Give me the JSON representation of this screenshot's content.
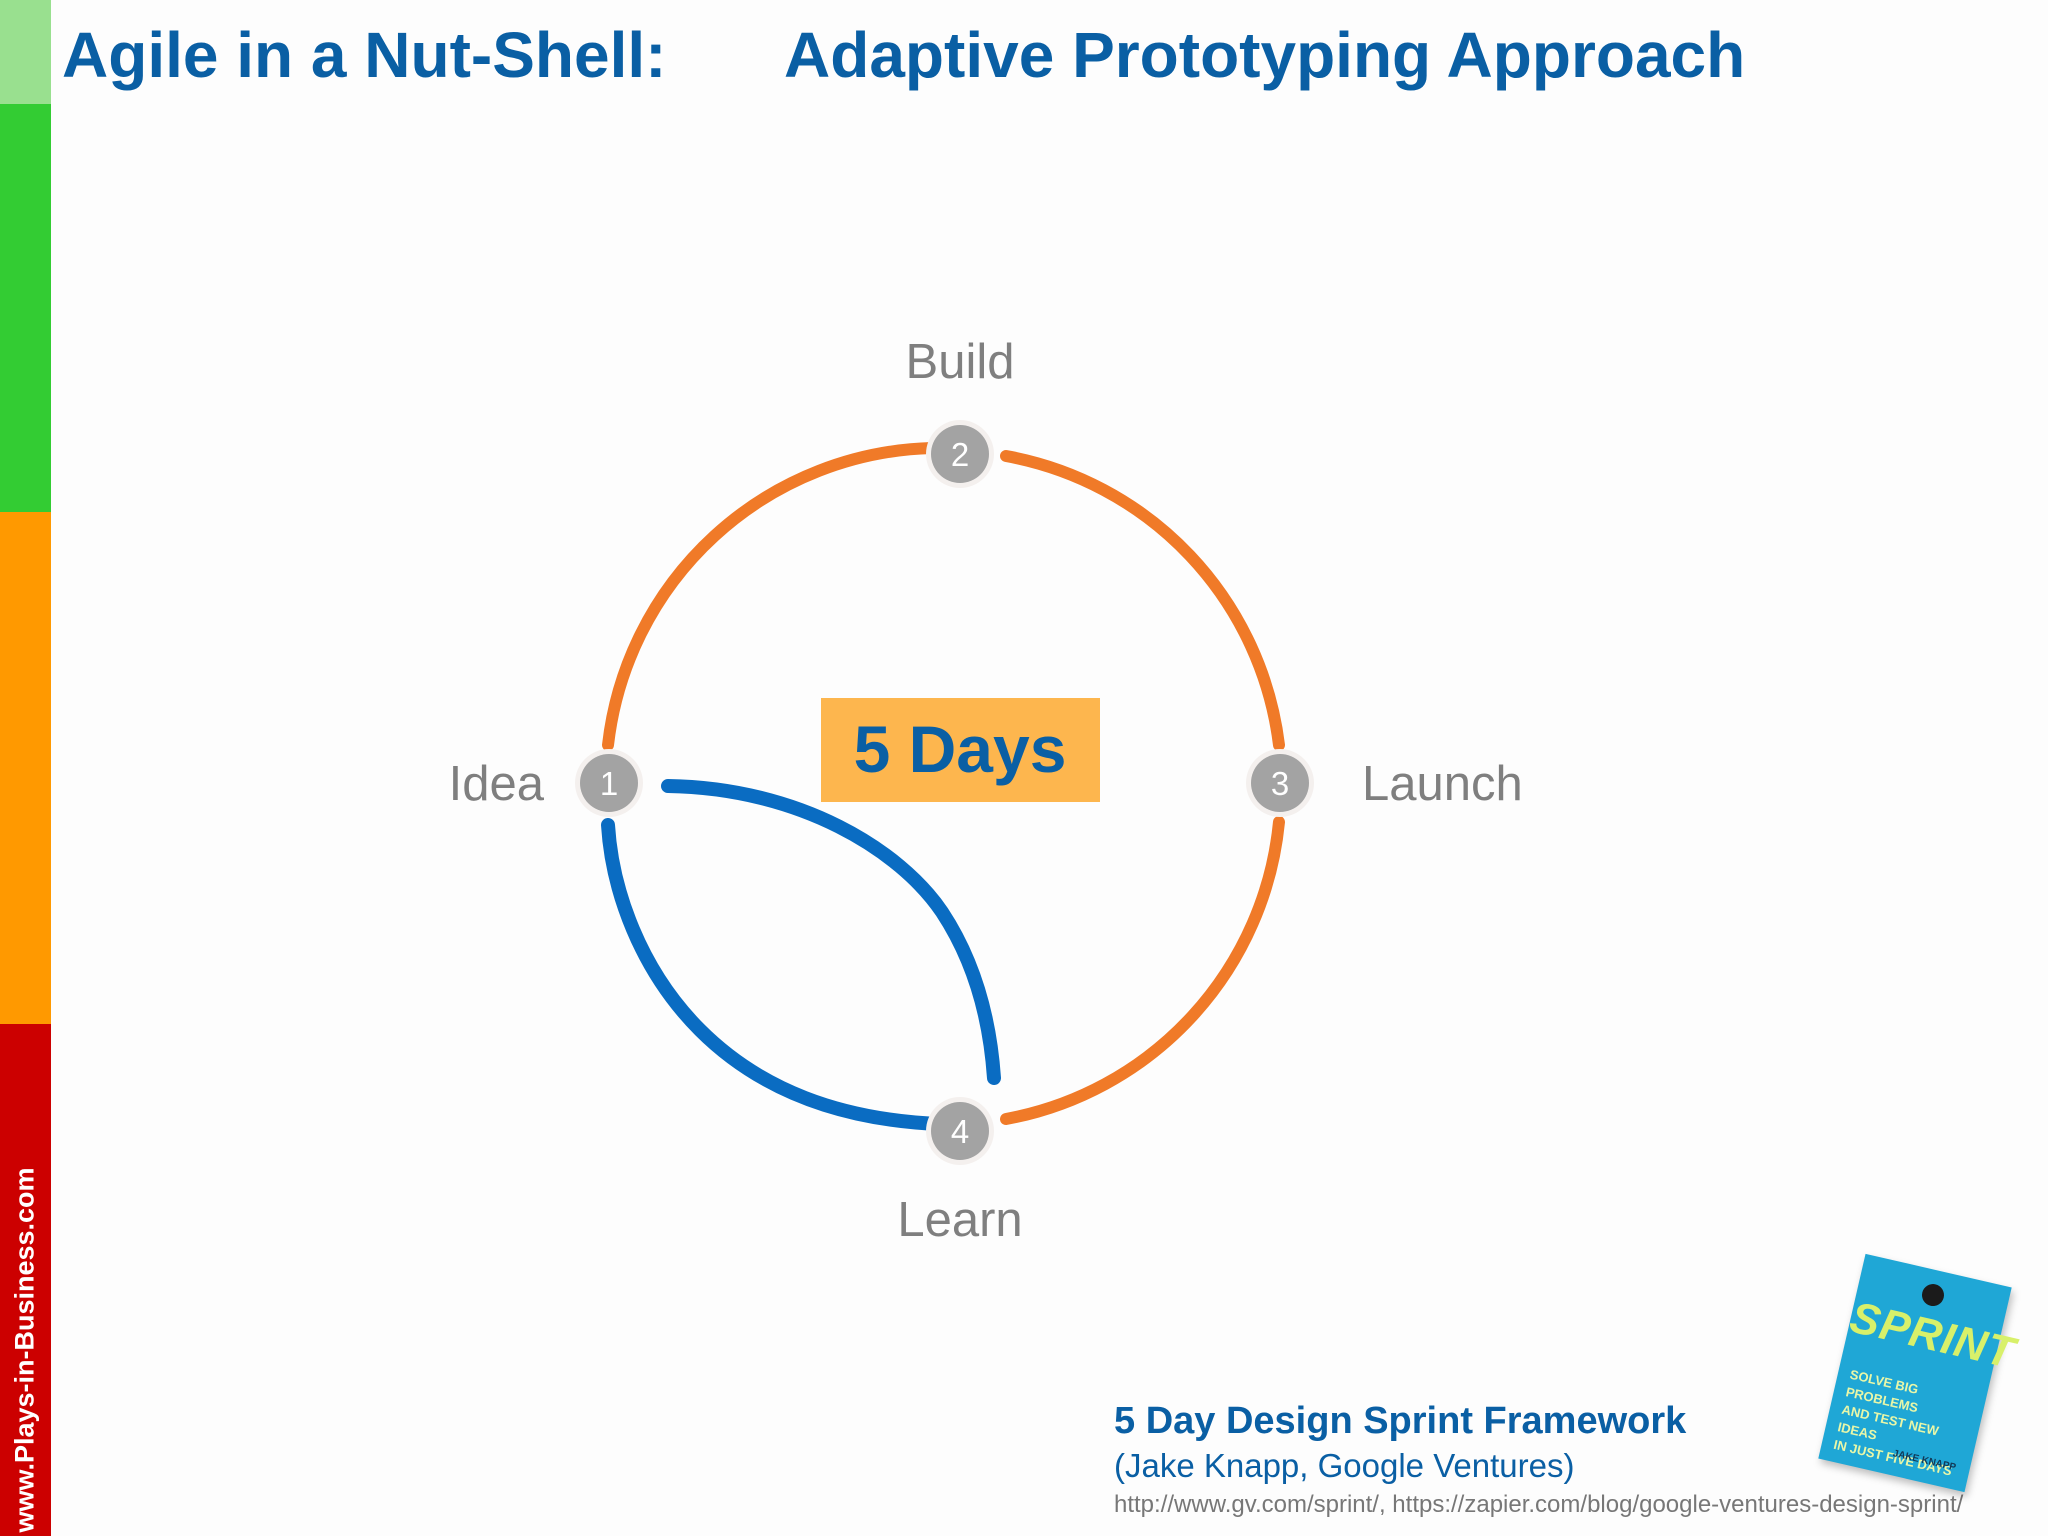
{
  "sidebar": {
    "website": "www.Plays-in-Business.com",
    "colors": [
      "#99e08f",
      "#33cc33",
      "#ff9900",
      "#cc0000"
    ]
  },
  "header": {
    "title_left": "Agile in a Nut-Shell:",
    "title_right": "Adaptive Prototyping Approach"
  },
  "diagram": {
    "center_label": "5 Days",
    "nodes": [
      {
        "number": "1",
        "label": "Idea"
      },
      {
        "number": "2",
        "label": "Build"
      },
      {
        "number": "3",
        "label": "Launch"
      },
      {
        "number": "4",
        "label": "Learn"
      }
    ],
    "colors": {
      "cycle": "#f07a28",
      "loop": "#0a6cc2",
      "node": "#a3a3a3",
      "center_box": "#fdb64e",
      "center_text": "#0a5fa4",
      "label": "#7f7f7f"
    }
  },
  "caption": {
    "title": "5 Day Design Sprint Framework",
    "subtitle": "(Jake Knapp, Google Ventures)",
    "sources": "http://www.gv.com/sprint/,  https://zapier.com/blog/google-ventures-design-sprint/"
  },
  "book": {
    "title": "SPRINT",
    "subtitle_lines": [
      "SOLVE BIG PROBLEMS",
      "AND TEST NEW IDEAS",
      "IN JUST FIVE DAYS"
    ],
    "author": "JAKE KNAPP"
  }
}
